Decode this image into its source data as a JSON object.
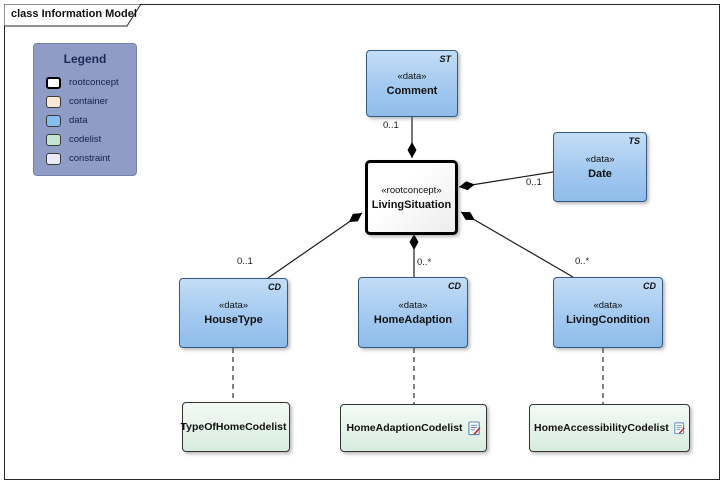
{
  "frame": {
    "title": "class Information Model"
  },
  "legend": {
    "title": "Legend",
    "items": [
      {
        "label": "rootconcept",
        "color": "#ffffff"
      },
      {
        "label": "container",
        "color": "#fbe9d8"
      },
      {
        "label": "data",
        "color": "#85bdee"
      },
      {
        "label": "codelist",
        "color": "#c4e4cf"
      },
      {
        "label": "constraint",
        "color": "#e9ecf8"
      }
    ]
  },
  "nodes": {
    "comment": {
      "stereotype": "«data»",
      "name": "Comment",
      "tag": "ST"
    },
    "date": {
      "stereotype": "«data»",
      "name": "Date",
      "tag": "TS"
    },
    "living_situation": {
      "stereotype": "«rootconcept»",
      "name": "LivingSituation"
    },
    "house_type": {
      "stereotype": "«data»",
      "name": "HouseType",
      "tag": "CD"
    },
    "home_adaption": {
      "stereotype": "«data»",
      "name": "HomeAdaption",
      "tag": "CD"
    },
    "living_condition": {
      "stereotype": "«data»",
      "name": "LivingCondition",
      "tag": "CD"
    },
    "type_of_home_codelist": {
      "name": "TypeOfHomeCodelist"
    },
    "home_adaption_codelist": {
      "name": "HomeAdaptionCodelist"
    },
    "home_accessibility_codelist": {
      "name": "HomeAccessibilityCodelist"
    }
  },
  "mult": {
    "comment": "0..1",
    "date": "0..1",
    "house_type": "0..1",
    "home_adaption": "0..*",
    "living_condition": "0..*"
  },
  "colors": {
    "data_fill_top": "#c3ddf6",
    "data_fill_bottom": "#8fbcea",
    "codelist_fill_top": "#f3faf5",
    "codelist_fill_bottom": "#d8ecdf",
    "legend_background": "#8f9cc6",
    "rootconcept_border": "#000000",
    "connector_line": "#1c1c1c"
  }
}
